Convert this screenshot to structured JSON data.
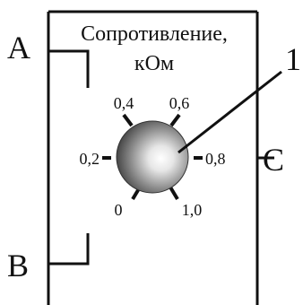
{
  "diagram": {
    "title_line1": "Сопротивление,",
    "title_line2": "кОм",
    "terminals": {
      "a": "A",
      "b": "B",
      "c": "C"
    },
    "callout": "1",
    "scale_labels": [
      "0",
      "0,2",
      "0,4",
      "0,6",
      "0,8",
      "1,0"
    ]
  },
  "colors": {
    "stroke": "#111111",
    "knob_highlight": "#ffffff",
    "knob_shadow": "#2a2a2a"
  }
}
